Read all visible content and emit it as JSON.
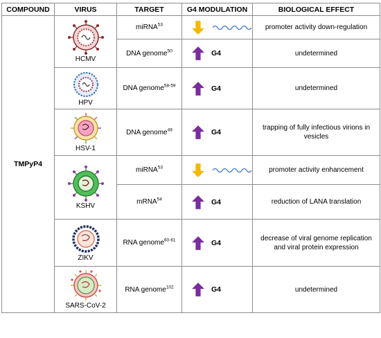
{
  "headers": {
    "compound": "COMPOUND",
    "virus": "VIRUS",
    "target": "TARGET",
    "modulation": "G4 MODULATION",
    "effect": "BIOLOGICAL EFFECT"
  },
  "compound": "TMPyP4",
  "colors": {
    "arrow_up": "#7b2c9e",
    "arrow_down": "#f5b800",
    "rna_wave": "#3b78c4",
    "border": "#8c8c8c"
  },
  "viruses": [
    {
      "name": "HCMV",
      "icon": "hcmv-virion-icon"
    },
    {
      "name": "HPV",
      "icon": "hpv-virion-icon"
    },
    {
      "name": "HSV-1",
      "icon": "hsv1-virion-icon"
    },
    {
      "name": "KSHV",
      "icon": "kshv-virion-icon"
    },
    {
      "name": "ZIKV",
      "icon": "zikv-virion-icon"
    },
    {
      "name": "SARS-CoV-2",
      "icon": "sarscov2-virion-icon"
    }
  ],
  "rows": [
    {
      "target": "miRNA",
      "ref": "53",
      "direction": "down",
      "g4_label": "",
      "effect": "promoter activity down-regulation"
    },
    {
      "target": "DNA genome",
      "ref": "50",
      "direction": "up",
      "g4_label": "G4",
      "effect": "undetermined"
    },
    {
      "target": "DNA genome",
      "ref": "58-59",
      "direction": "up",
      "g4_label": "G4",
      "effect": "undetermined"
    },
    {
      "target": "DNA genome",
      "ref": "49",
      "direction": "up",
      "g4_label": "G4",
      "effect": "trapping of fully infectious virions in vesicles"
    },
    {
      "target": "miRNA",
      "ref": "53",
      "direction": "down",
      "g4_label": "",
      "effect": "promoter activity enhancement"
    },
    {
      "target": "mRNA",
      "ref": "54",
      "direction": "up",
      "g4_label": "G4",
      "effect": "reduction of LANA translation"
    },
    {
      "target": "RNA genome",
      "ref": "60-61",
      "direction": "up",
      "g4_label": "G4",
      "effect": "decrease of viral genome replication and viral protein expression"
    },
    {
      "target": "RNA genome",
      "ref": "102",
      "direction": "up",
      "g4_label": "G4",
      "effect": "undetermined"
    }
  ]
}
